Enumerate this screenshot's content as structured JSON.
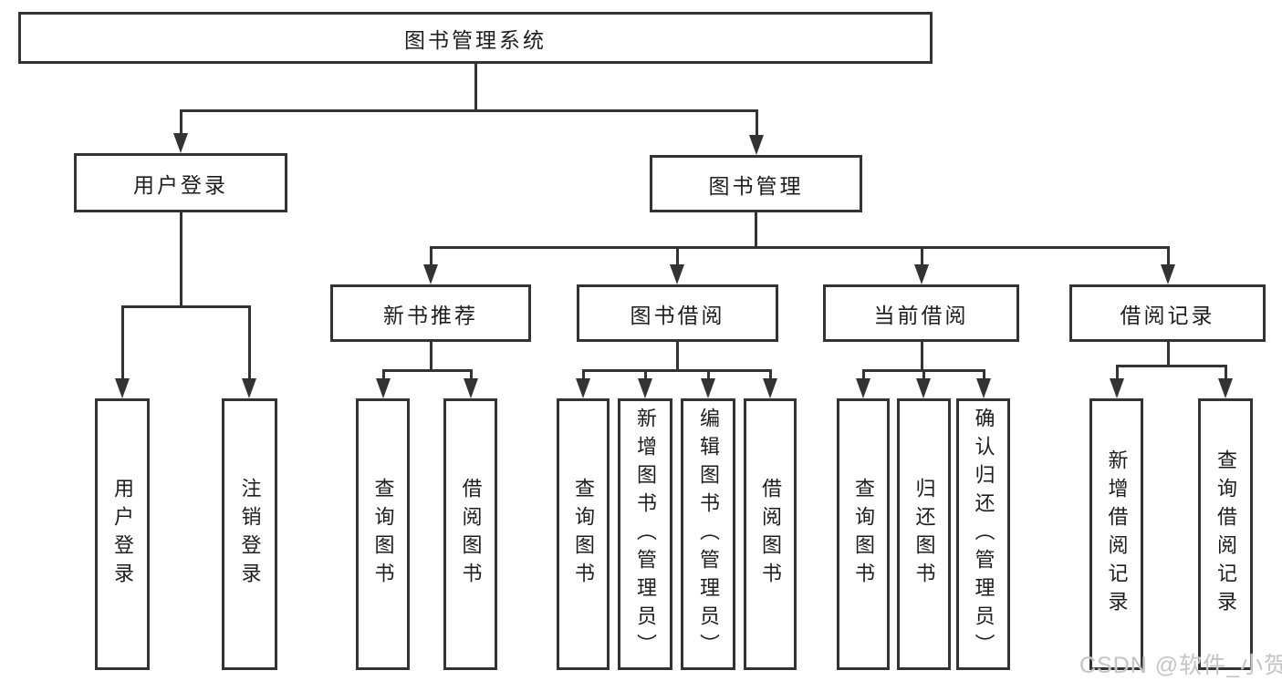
{
  "diagram": {
    "root": {
      "label": "图书管理系统"
    },
    "level2": [
      {
        "label": "用户登录"
      },
      {
        "label": "图书管理"
      }
    ],
    "level3": [
      {
        "label": "新书推荐"
      },
      {
        "label": "图书借阅"
      },
      {
        "label": "当前借阅"
      },
      {
        "label": "借阅记录"
      }
    ],
    "leaves": {
      "user_login": [
        "用户登录",
        "注销登录"
      ],
      "new_books": [
        "查询图书",
        "借阅图书"
      ],
      "book_borrowing": [
        "查询图书",
        "新增图书（管理员）",
        "编辑图书（管理员）",
        "借阅图书"
      ],
      "current_borrowing": [
        "查询图书",
        "归还图书",
        "确认归还（管理员）"
      ],
      "borrowing_records": [
        "新增借阅记录",
        "查询借阅记录"
      ]
    }
  },
  "watermark": "CSDN @软件_小贺同学",
  "colors": {
    "line": "#333333",
    "text": "#1d1d1d",
    "watermark": "#c4c4c4",
    "background": "#ffffff"
  }
}
